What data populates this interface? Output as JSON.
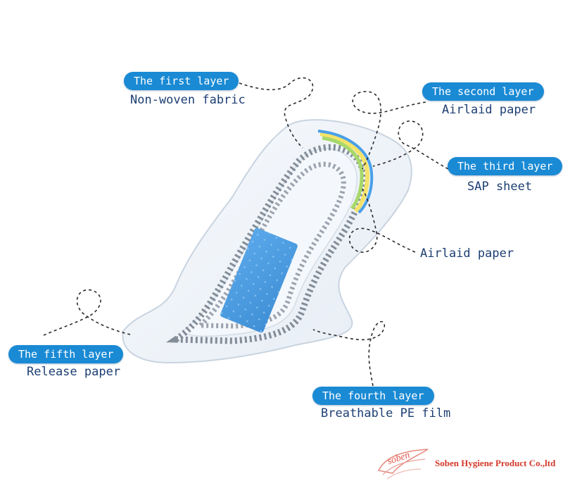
{
  "labels": [
    {
      "id": "first",
      "title": "The first layer",
      "desc": "Non-woven fabric"
    },
    {
      "id": "second",
      "title": "The second layer",
      "desc": "Airlaid paper"
    },
    {
      "id": "third",
      "title": "The third layer",
      "desc": "SAP sheet"
    },
    {
      "id": "airlaid",
      "title": "",
      "desc": "Airlaid paper"
    },
    {
      "id": "fourth",
      "title": "The fourth layer",
      "desc": "Breathable PE film"
    },
    {
      "id": "fifth",
      "title": "The fifth layer",
      "desc": "Release paper"
    }
  ],
  "brand": {
    "logo_text": "soben",
    "company": "Soben Hygiene Product Co.,ltd"
  },
  "colors": {
    "pill": "#1a8ad4",
    "text": "#1d3f73",
    "strip": "#4a9be0",
    "brand": "#d43a2b"
  }
}
